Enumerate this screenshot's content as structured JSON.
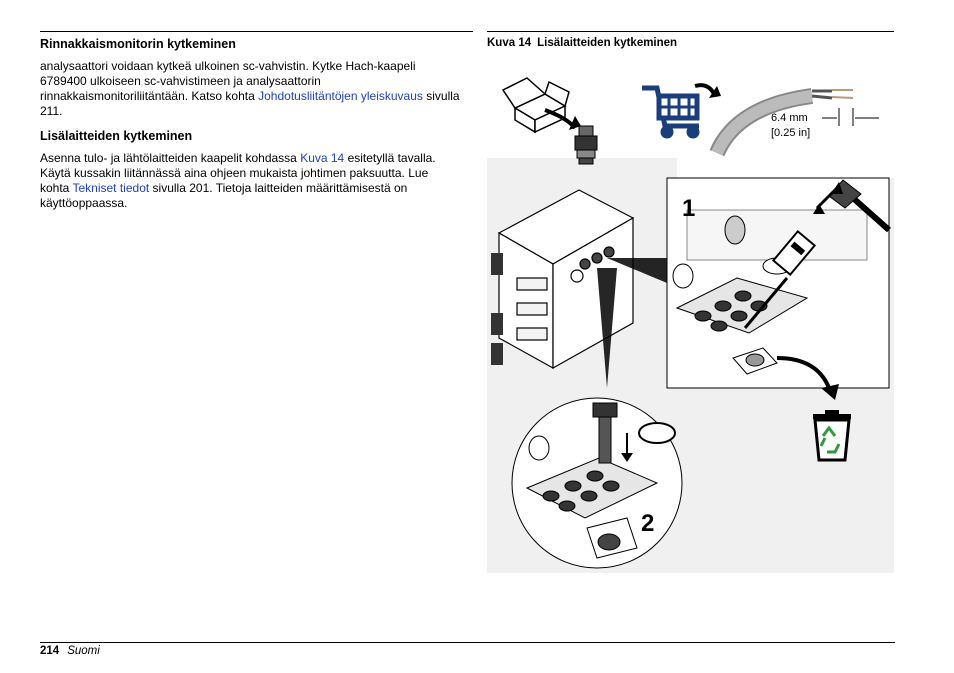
{
  "section1": {
    "heading": "Rinnakkaismonitorin kytkeminen",
    "text_before_link": "analysaattori voidaan kytkeä ulkoinen sc-vahvistin. Kytke Hach-kaapeli 6789400 ulkoiseen sc-vahvistimeen ja analysaattorin rinnakkaismonitoriliitäntään. Katso kohta ",
    "link": "Johdotusliitäntöjen yleiskuvaus",
    "text_after_link": " sivulla 211."
  },
  "section2": {
    "heading": "Lisälaitteiden kytkeminen",
    "text1": "Asenna tulo- ja lähtölaitteiden kaapelit kohdassa ",
    "link1": "Kuva 14",
    "text2": " esitetyllä tavalla. Käytä kussakin liitännässä aina ohjeen mukaista johtimen paksuutta. Lue kohta ",
    "link2": "Tekniset tiedot",
    "text3": " sivulla 201. Tietoja laitteiden määrittämisestä on käyttöoppaassa."
  },
  "figure": {
    "number": "Kuva 14",
    "title": "Lisälaitteiden kytkeminen",
    "dimension_mm": "6.4 mm",
    "dimension_in": "[0.25 in]",
    "step1": "1",
    "step2": "2"
  },
  "footer": {
    "page": "214",
    "language": "Suomi"
  },
  "colors": {
    "link": "#1f3fbf",
    "cart": "#1a3d7c",
    "recycle": "#2e9a3a"
  }
}
